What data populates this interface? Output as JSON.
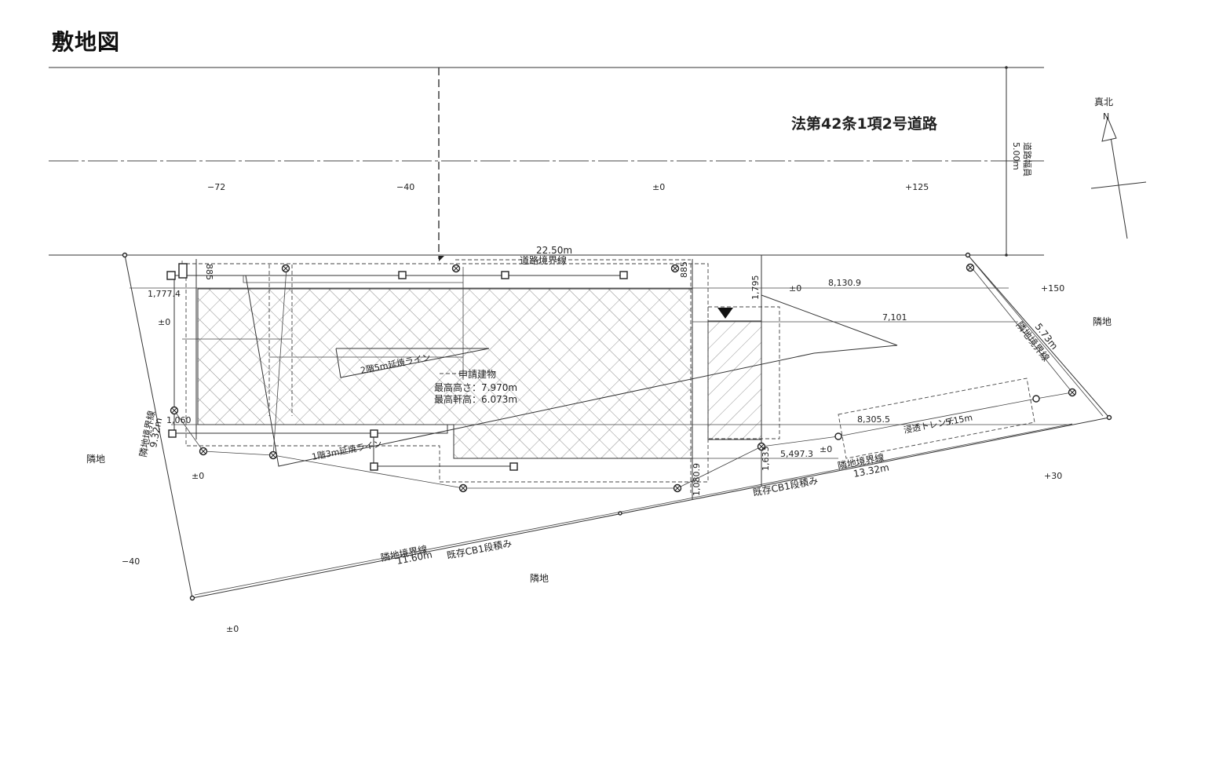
{
  "title": "敷地図",
  "road": {
    "name": "法第42条1項2号道路",
    "width_value": "5.00ｍ",
    "width_label": "道路幅員",
    "boundary_length": "22.50m",
    "boundary_label": "道路境界線",
    "levels": [
      "−72",
      "−40",
      "±0",
      "+125"
    ]
  },
  "north": {
    "label": "真北",
    "letter": "N"
  },
  "building": {
    "label": "申請建物",
    "max_height": "最高高さ：7.970m",
    "max_eave": "最高軒高：6.073m",
    "line_2f": "2階5m延焼ライン",
    "line_1f": "1階3m延焼ライン"
  },
  "dimensions": {
    "d1777": "1,777.4",
    "d885a": "885",
    "d885b": "885",
    "d1795": "1,795",
    "d8130": "8,130.9",
    "d7101": "7,101",
    "d1060": "1,060",
    "d8305": "8,305.5",
    "d5497": "5,497.3",
    "d1633": "1,633",
    "d1080": "1,080.9",
    "trench_length": "5.15m"
  },
  "boundaries": {
    "left": {
      "label": "隣地境界線",
      "length": "9.32m"
    },
    "right_top": {
      "label": "隣地境界線",
      "length": "5.73m"
    },
    "right_bottom": {
      "label": "隣地境界線",
      "length": "13.32m"
    },
    "bottom": {
      "label": "隣地境界線",
      "length": "11.60m"
    }
  },
  "notes": {
    "cb_wall_1": "既存CB1段積み",
    "cb_wall_2": "既存CB1段積み",
    "trench": "浸透トレンチ"
  },
  "levels": {
    "l_left_inner": "±0",
    "l_left_lower": "±0",
    "l_center_right": "±0",
    "l_trench": "±0",
    "l_p150": "+150",
    "l_p30": "+30",
    "l_m40": "−40",
    "l_bottom": "±0"
  },
  "neighbors": {
    "left": "隣地",
    "right": "隣地",
    "bottom": "隣地"
  }
}
